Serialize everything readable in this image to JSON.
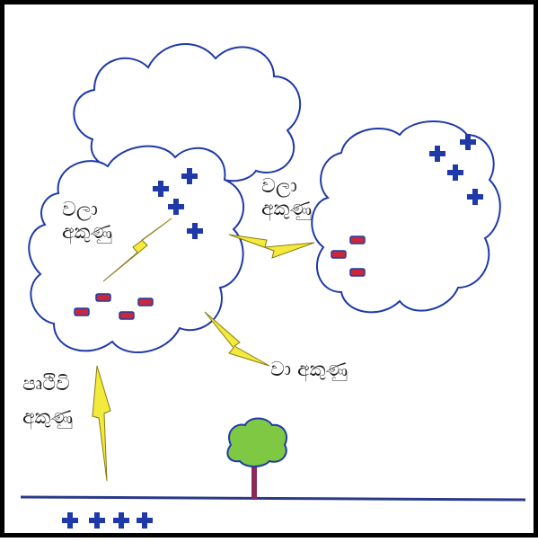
{
  "labels": {
    "cloud_to_cloud": [
      "වලා",
      "අකුණු"
    ],
    "intra_cloud": [
      "වලා",
      "අකුණු"
    ],
    "cloud_to_air": "වා අකුණු",
    "cloud_to_ground": [
      "පෘථිවි",
      "අකුණු"
    ]
  },
  "colors": {
    "cloud_outline": "#1f3aa8",
    "positive_charge": "#1f3aa8",
    "negative_charge_fill": "#c8283c",
    "lightning_fill": "#f2ea3c",
    "tree_canopy": "#7ec843",
    "tree_trunk": "#8a2a5a",
    "ground_line": "#2a3a8a"
  },
  "icons": {
    "positive": "plus-sign",
    "negative": "minus-sign"
  }
}
